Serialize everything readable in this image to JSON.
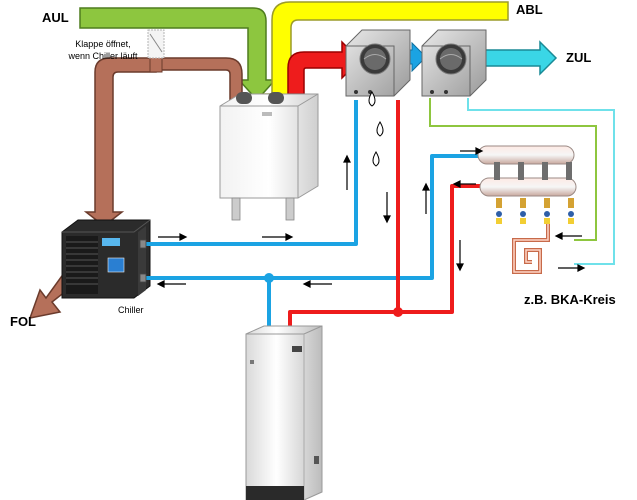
{
  "labels": {
    "aul": "AUL",
    "abl": "ABL",
    "zul": "ZUL",
    "fol": "FOL",
    "chiller": "Chiller",
    "bka": "z.B. BKA-Kreis",
    "damper_line1": "Klappe öffnet,",
    "damper_line2": "wenn Chiller läuft"
  },
  "colors": {
    "outdoor_air": "#8dc63f",
    "exhaust_air": "#ffff00",
    "extract_duct": "#b5705a",
    "supply_air": "#3ad6e6",
    "hot_pipe": "#ee1c1c",
    "cold_pipe": "#1ba3e3",
    "hot_out_loop": "#ff5050",
    "manifold_return": "#8ec63f",
    "manifold_supply": "#6fe1ea",
    "condensate_drop": "#000000"
  },
  "icons": {
    "unit": "ventilation-unit-icon",
    "chiller": "chiller-icon",
    "storage": "storage-tank-icon",
    "coil": "duct-coil-icon",
    "manifold": "manifold-icon",
    "damper": "damper-icon",
    "drop": "water-drop-icon",
    "arrow": "flow-arrow-icon"
  }
}
